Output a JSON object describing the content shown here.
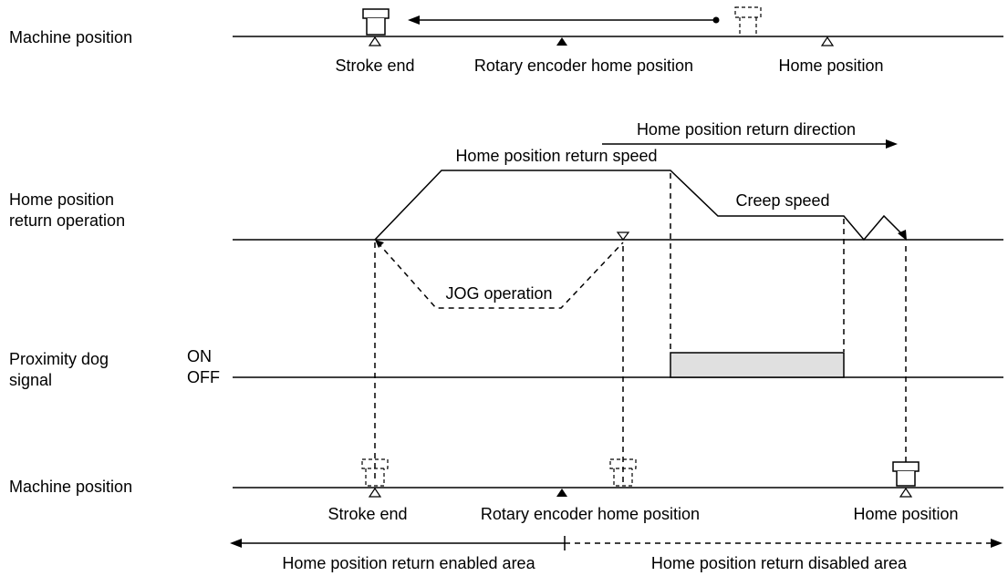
{
  "rows": {
    "machine_top": "Machine position",
    "operation_line1": "Home position",
    "operation_line2": "return operation",
    "dog_line1": "Proximity dog",
    "dog_line2": "signal",
    "machine_bottom": "Machine position"
  },
  "top_markers": {
    "stroke_end": "Stroke end",
    "encoder_home": "Rotary encoder home position",
    "home": "Home position"
  },
  "operation": {
    "direction": "Home position return direction",
    "return_speed": "Home position return speed",
    "creep_speed": "Creep speed",
    "jog": "JOG operation"
  },
  "signal": {
    "on": "ON",
    "off": "OFF"
  },
  "bottom_markers": {
    "stroke_end": "Stroke end",
    "encoder_home": "Rotary encoder home position",
    "home": "Home position"
  },
  "areas": {
    "enabled": "Home position return enabled area",
    "disabled": "Home position return disabled area"
  }
}
